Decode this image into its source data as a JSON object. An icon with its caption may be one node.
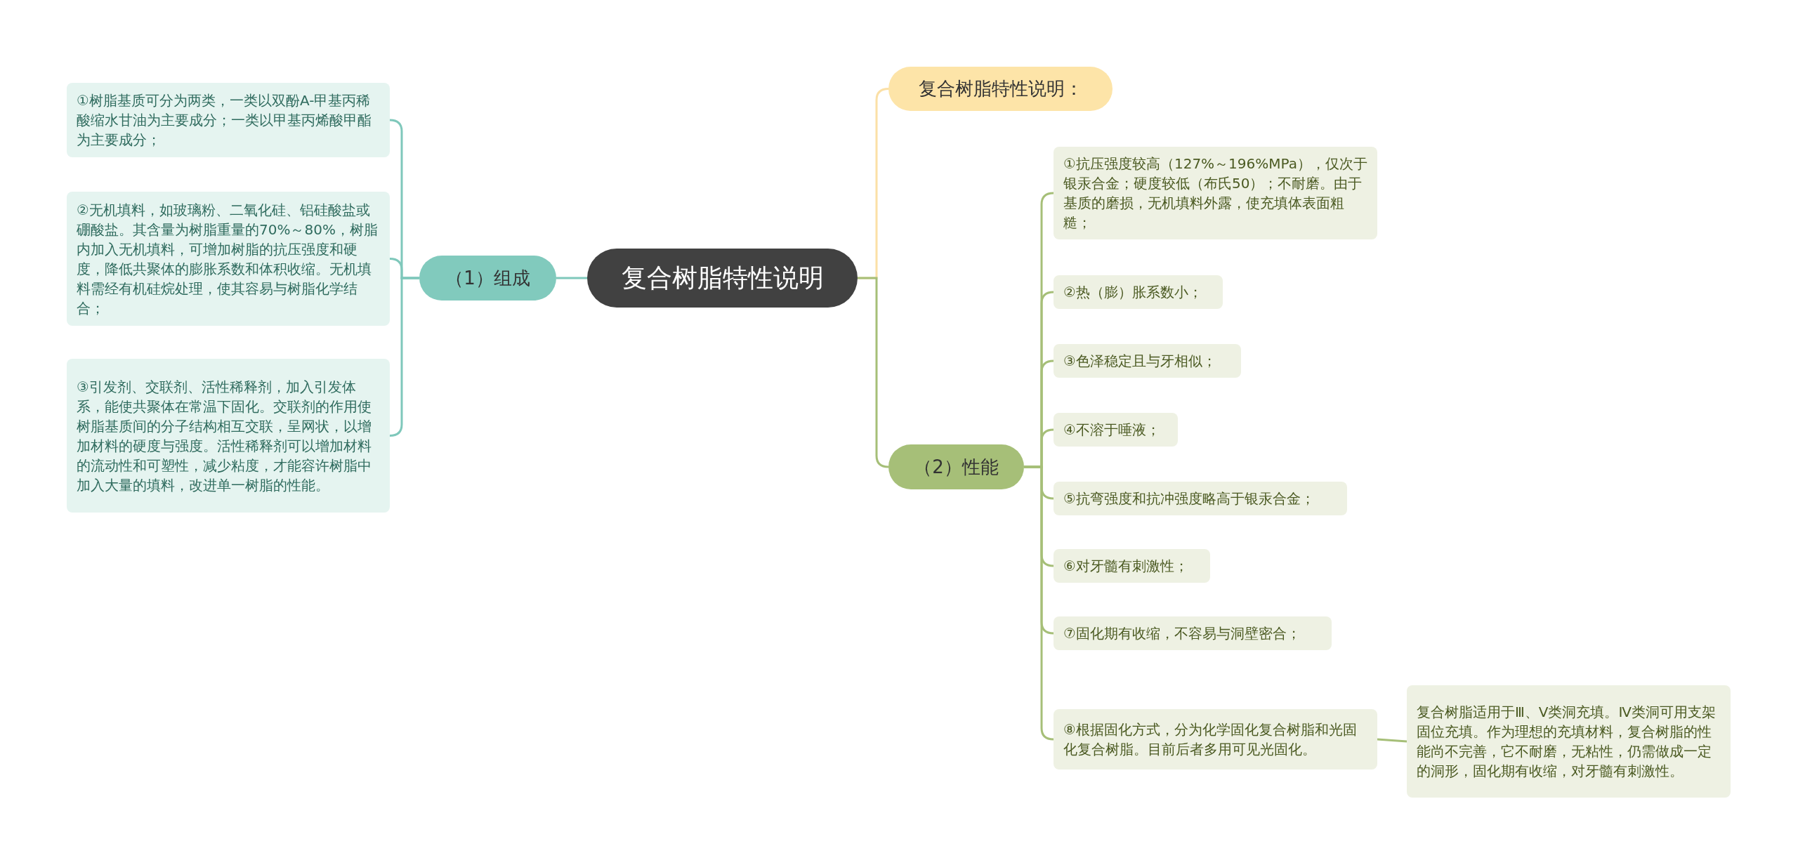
{
  "diagram": {
    "nodes": [
      {
        "text": [
          "复合树脂特性说明"
        ]
      },
      {
        "text": [
          "复合树脂特性说明："
        ]
      },
      {
        "text": [
          "（1）组成"
        ]
      },
      {
        "text": [
          "①树脂基质可分为两类，一类以双酚A-甲基丙稀酸缩水甘油为主要成分；一类以甲基丙烯酸甲酯为主要成分；"
        ]
      },
      {
        "text": [
          "②无机填料，如玻璃粉、二氧化硅、铝硅酸盐或硼酸盐。其含量为树脂重量的70%～80%，树脂内加入无机填料，可增加树脂的抗压强度和硬度，降低共聚体的膨胀系数和体积收缩。无机填料需经有机硅烷处理，使其容易与树脂化学结合；"
        ]
      },
      {
        "text": [
          "③引发剂、交联剂、活性稀释剂，加入引发体系，能使共聚体在常温下固化。交联剂的作用使树脂基质间的分子结构相互交联，呈网状，以增加材料的硬度与强度。活性稀释剂可以增加材料的流动性和可塑性，减少粘度，才能容许树脂中加入大量的填料，改进单一树脂的性能。"
        ]
      },
      {
        "text": [
          "（2）性能"
        ]
      },
      {
        "text": [
          "①抗压强度较高（127%～196%MPa），仅次于银汞合金；硬度较低（布氏50）；不耐磨。由于基质的磨损，无机填料外露，使充填体表面粗糙；"
        ]
      },
      {
        "text": [
          "②热（膨）胀系数小；"
        ]
      },
      {
        "text": [
          "③色泽稳定且与牙相似；"
        ]
      },
      {
        "text": [
          "④不溶于唾液；"
        ]
      },
      {
        "text": [
          "⑤抗弯强度和抗冲强度略高于银汞合金；"
        ]
      },
      {
        "text": [
          "⑥对牙髓有刺激性；"
        ]
      },
      {
        "text": [
          "⑦固化期有收缩，不容易与洞壁密合；"
        ]
      },
      {
        "text": [
          "⑧根据固化方式，分为化学固化复合树脂和光固化复合树脂。目前后者多用可见光固化。"
        ]
      },
      {
        "text": [
          "复合树脂适用于Ⅲ、Ⅴ类洞充填。Ⅳ类洞可用支架固位充填。作为理想的充填材料，复合树脂的性能尚不完善，它不耐磨，无粘性，仍需做成一定的洞形，固化期有收缩，对牙髓有刺激性。"
        ]
      }
    ],
    "edges": [
      {
        "from": 0,
        "to": 1,
        "arrow": "none",
        "color": "#fbe0a6"
      },
      {
        "from": 0,
        "to": 2,
        "arrow": "none",
        "color": "#7fc8bb"
      },
      {
        "from": 2,
        "to": 3,
        "arrow": "none",
        "color": "#7fc8bb"
      },
      {
        "from": 2,
        "to": 4,
        "arrow": "none",
        "color": "#7fc8bb"
      },
      {
        "from": 2,
        "to": 5,
        "arrow": "none",
        "color": "#7fc8bb"
      },
      {
        "from": 0,
        "to": 6,
        "arrow": "none"
      },
      {
        "from": 6,
        "to": 7,
        "arrow": "none"
      },
      {
        "from": 6,
        "to": 8,
        "arrow": "none"
      },
      {
        "from": 6,
        "to": 9,
        "arrow": "none"
      },
      {
        "from": 6,
        "to": 10,
        "arrow": "none"
      },
      {
        "from": 6,
        "to": 11,
        "arrow": "none"
      },
      {
        "from": 6,
        "to": 12,
        "arrow": "none"
      },
      {
        "from": 6,
        "to": 13,
        "arrow": "none"
      },
      {
        "from": 6,
        "to": 14,
        "arrow": "none"
      },
      {
        "from": 14,
        "to": 15,
        "arrow": "none"
      }
    ]
  }
}
